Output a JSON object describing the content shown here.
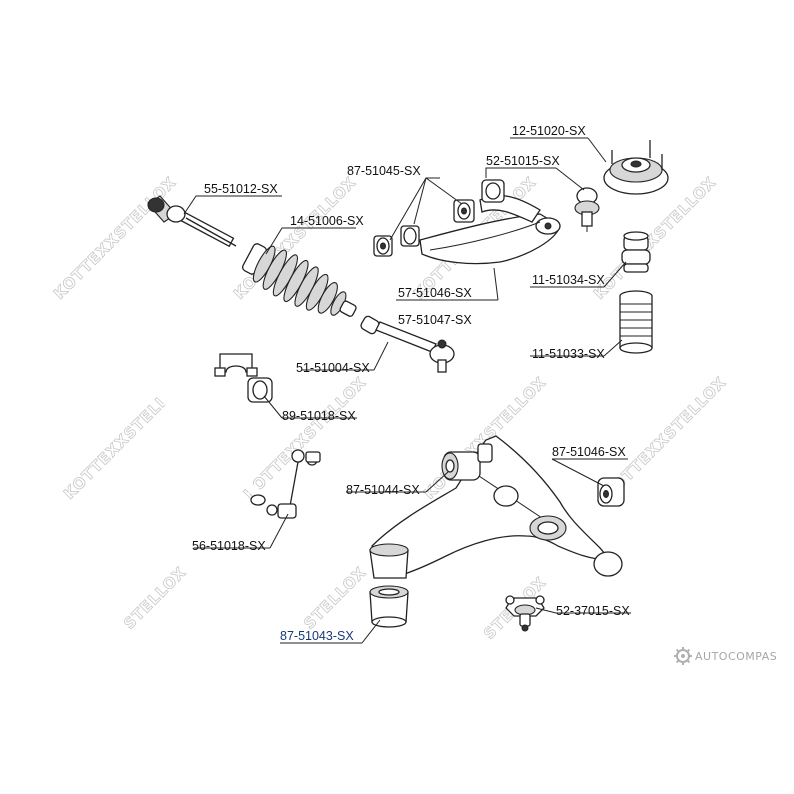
{
  "watermark": {
    "brand_a": "STELLOX",
    "brand_b": "KOTTEXX"
  },
  "footer": {
    "logo_text": "AUTOCOMPAS"
  },
  "labels": {
    "p55_51012": "55-51012-SX",
    "p14_51006": "14-51006-SX",
    "p87_51045": "87-51045-SX",
    "p52_51015": "52-51015-SX",
    "p12_51020": "12-51020-SX",
    "p11_51034": "11-51034-SX",
    "p57_51046": "57-51046-SX",
    "p57_51047": "57-51047-SX",
    "p51_51004": "51-51004-SX",
    "p11_51033": "11-51033-SX",
    "p89_51018": "89-51018-SX",
    "p87_51046": "87-51046-SX",
    "p87_51044": "87-51044-SX",
    "p56_51018": "56-51018-SX",
    "p52_37015": "52-37015-SX",
    "p87_51043": "87-51043-SX"
  },
  "colors": {
    "highlight_label": "#16397a",
    "watermark": "#c8c8c8"
  }
}
